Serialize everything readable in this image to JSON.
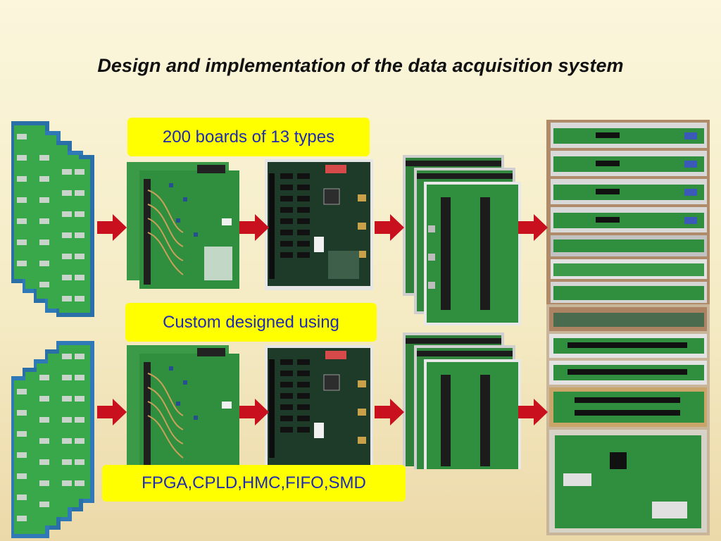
{
  "slide": {
    "title": "Design and implementation of the data acquisition system",
    "labels": {
      "boards": "200 boards of 13 types",
      "custom": "Custom designed using",
      "tech": "FPGA,CPLD,HMC,FIFO,SMD"
    }
  },
  "colors": {
    "label_bg": "#ffff00",
    "label_text": "#1f2bb0",
    "arrow": "#c8101e",
    "pcb_green": "#2f8f3f",
    "pcb_dark": "#1e3b2a",
    "frame_gray": "#c9c9c9"
  },
  "icons": {
    "arrow": "right-arrow-icon"
  }
}
